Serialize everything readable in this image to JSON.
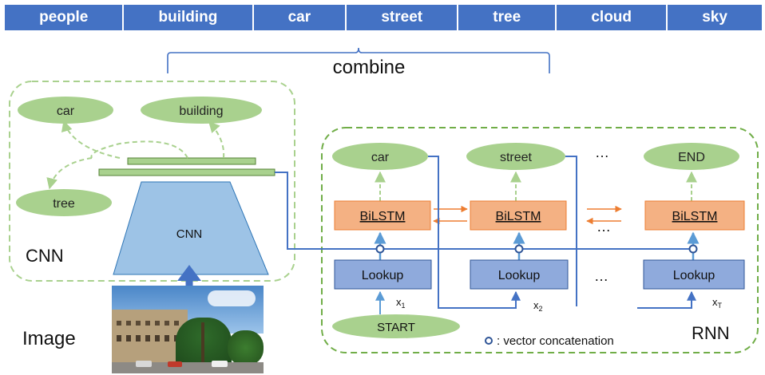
{
  "tags": [
    "people",
    "building",
    "car",
    "street",
    "tree",
    "cloud",
    "sky"
  ],
  "combine_label": "combine",
  "cnn": {
    "panel_label": "CNN",
    "block_label": "CNN",
    "nodes": [
      "car",
      "building",
      "tree"
    ]
  },
  "image_label": "Image",
  "rnn": {
    "panel_label": "RNN",
    "outputs": [
      "car",
      "street",
      "END"
    ],
    "bilstm_label": "BiLSTM",
    "lookup_label": "Lookup",
    "start_label": "START",
    "inputs": [
      "x1",
      "x2",
      "xT"
    ],
    "ellipsis": "…",
    "legend": ": vector concatenation"
  },
  "colors": {
    "tag_bar": "#4472c4",
    "ellipse_green": "#a9d18e",
    "panel_dash": "#8fc66f",
    "bilstm_fill": "#f4b183",
    "lookup_fill": "#8faadc",
    "cnn_block": "#9dc3e6",
    "connector_blue": "#4472c4",
    "orange_arrow": "#ed7d31"
  }
}
